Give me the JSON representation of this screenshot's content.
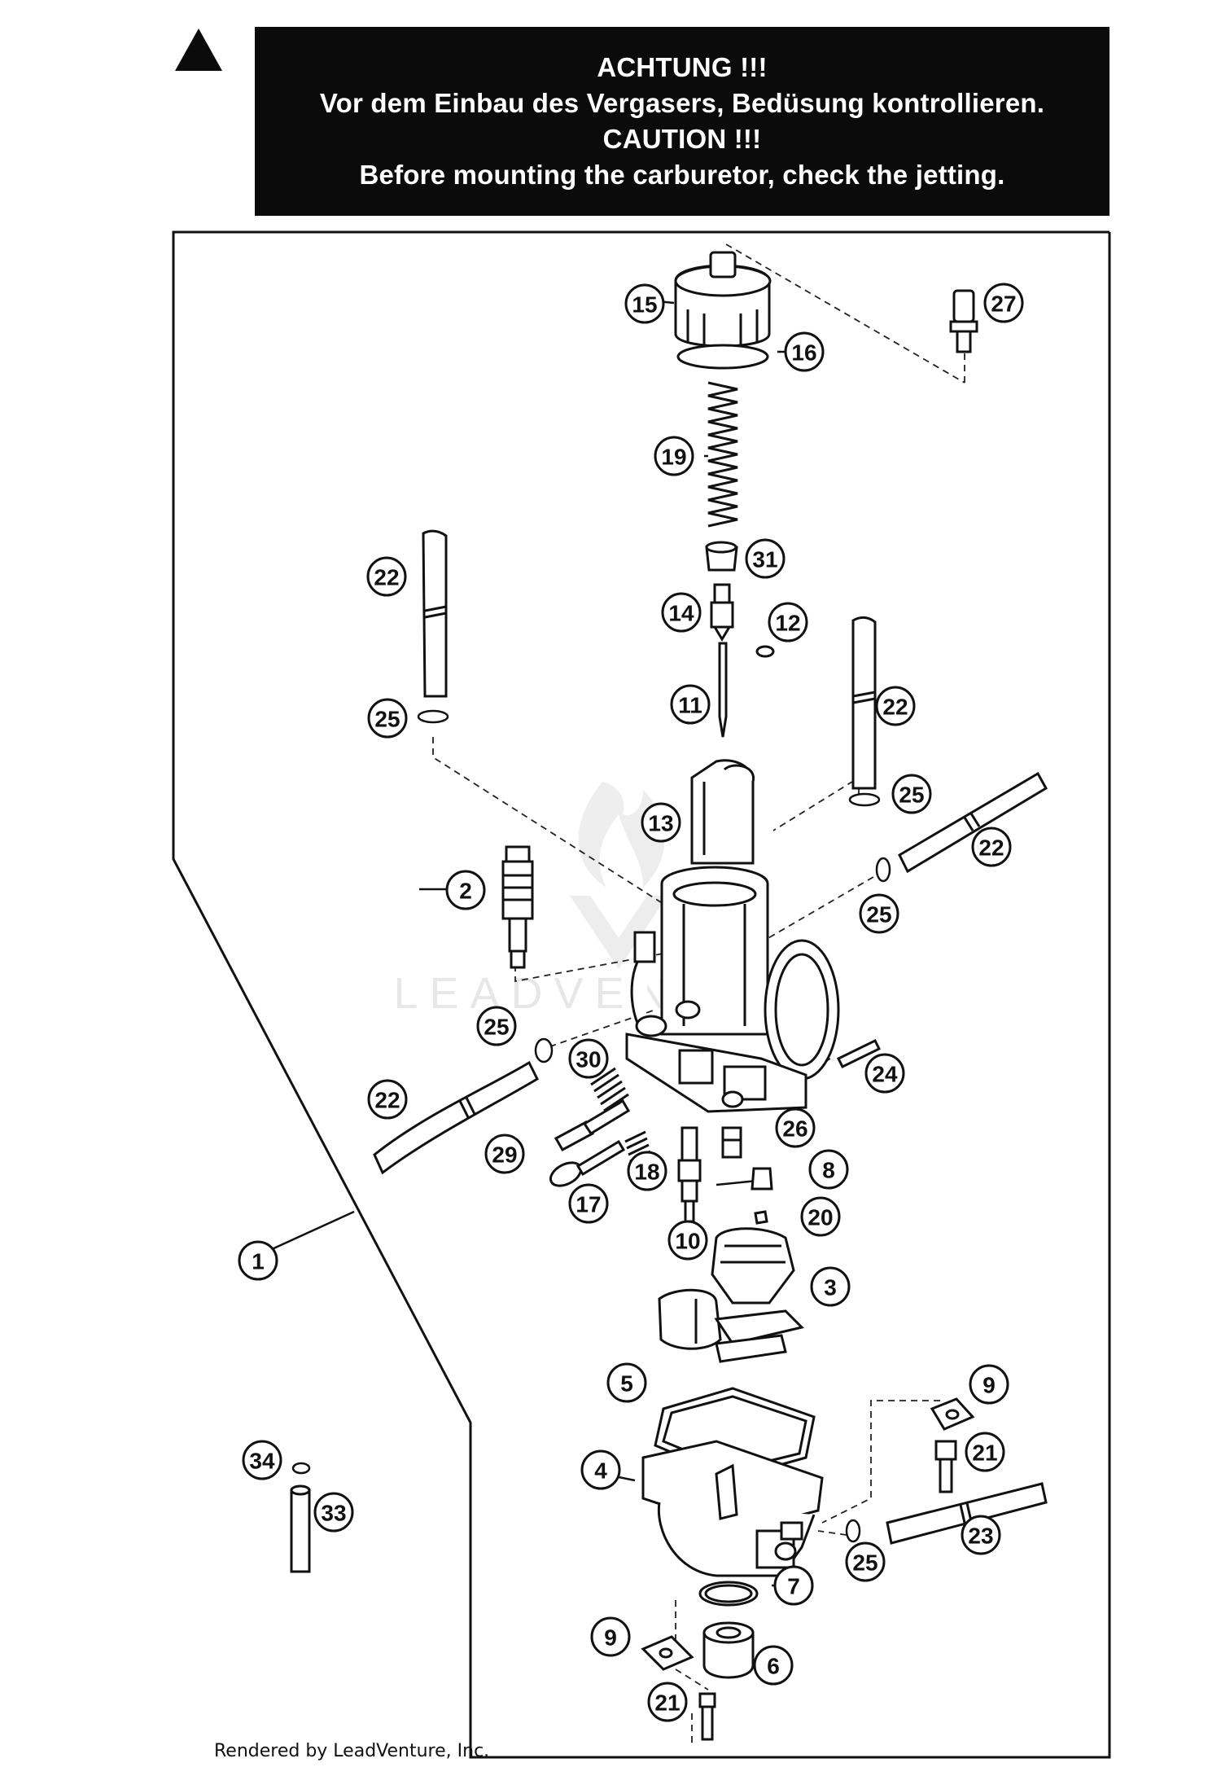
{
  "warning": {
    "icon": "warning-triangle-icon",
    "line_de_title": "ACHTUNG !!!",
    "line_de_text": "Vor dem Einbau des Vergasers, Bedüsung kontrollieren.",
    "line_en_title": "CAUTION !!!",
    "line_en_text": "Before mounting the carburetor, check the jetting."
  },
  "watermark": {
    "text": "LEADVENTURE"
  },
  "footer": {
    "credit": "Rendered by LeadVenture, Inc."
  },
  "callouts": [
    {
      "id": "callout-15",
      "label": "15"
    },
    {
      "id": "callout-16",
      "label": "16"
    },
    {
      "id": "callout-27",
      "label": "27"
    },
    {
      "id": "callout-19",
      "label": "19"
    },
    {
      "id": "callout-31",
      "label": "31"
    },
    {
      "id": "callout-14",
      "label": "14"
    },
    {
      "id": "callout-12",
      "label": "12"
    },
    {
      "id": "callout-11",
      "label": "11"
    },
    {
      "id": "callout-22a",
      "label": "22"
    },
    {
      "id": "callout-25a",
      "label": "25"
    },
    {
      "id": "callout-22b",
      "label": "22"
    },
    {
      "id": "callout-25b",
      "label": "25"
    },
    {
      "id": "callout-13",
      "label": "13"
    },
    {
      "id": "callout-22c",
      "label": "22"
    },
    {
      "id": "callout-2",
      "label": "2"
    },
    {
      "id": "callout-25c",
      "label": "25"
    },
    {
      "id": "callout-25d",
      "label": "25"
    },
    {
      "id": "callout-30",
      "label": "30"
    },
    {
      "id": "callout-24",
      "label": "24"
    },
    {
      "id": "callout-22d",
      "label": "22"
    },
    {
      "id": "callout-26",
      "label": "26"
    },
    {
      "id": "callout-29",
      "label": "29"
    },
    {
      "id": "callout-18",
      "label": "18"
    },
    {
      "id": "callout-8",
      "label": "8"
    },
    {
      "id": "callout-17",
      "label": "17"
    },
    {
      "id": "callout-20",
      "label": "20"
    },
    {
      "id": "callout-10",
      "label": "10"
    },
    {
      "id": "callout-1",
      "label": "1"
    },
    {
      "id": "callout-3",
      "label": "3"
    },
    {
      "id": "callout-5",
      "label": "5"
    },
    {
      "id": "callout-9a",
      "label": "9"
    },
    {
      "id": "callout-34",
      "label": "34"
    },
    {
      "id": "callout-21a",
      "label": "21"
    },
    {
      "id": "callout-4",
      "label": "4"
    },
    {
      "id": "callout-33",
      "label": "33"
    },
    {
      "id": "callout-23",
      "label": "23"
    },
    {
      "id": "callout-25e",
      "label": "25"
    },
    {
      "id": "callout-7",
      "label": "7"
    },
    {
      "id": "callout-9b",
      "label": "9"
    },
    {
      "id": "callout-6",
      "label": "6"
    },
    {
      "id": "callout-21b",
      "label": "21"
    }
  ]
}
